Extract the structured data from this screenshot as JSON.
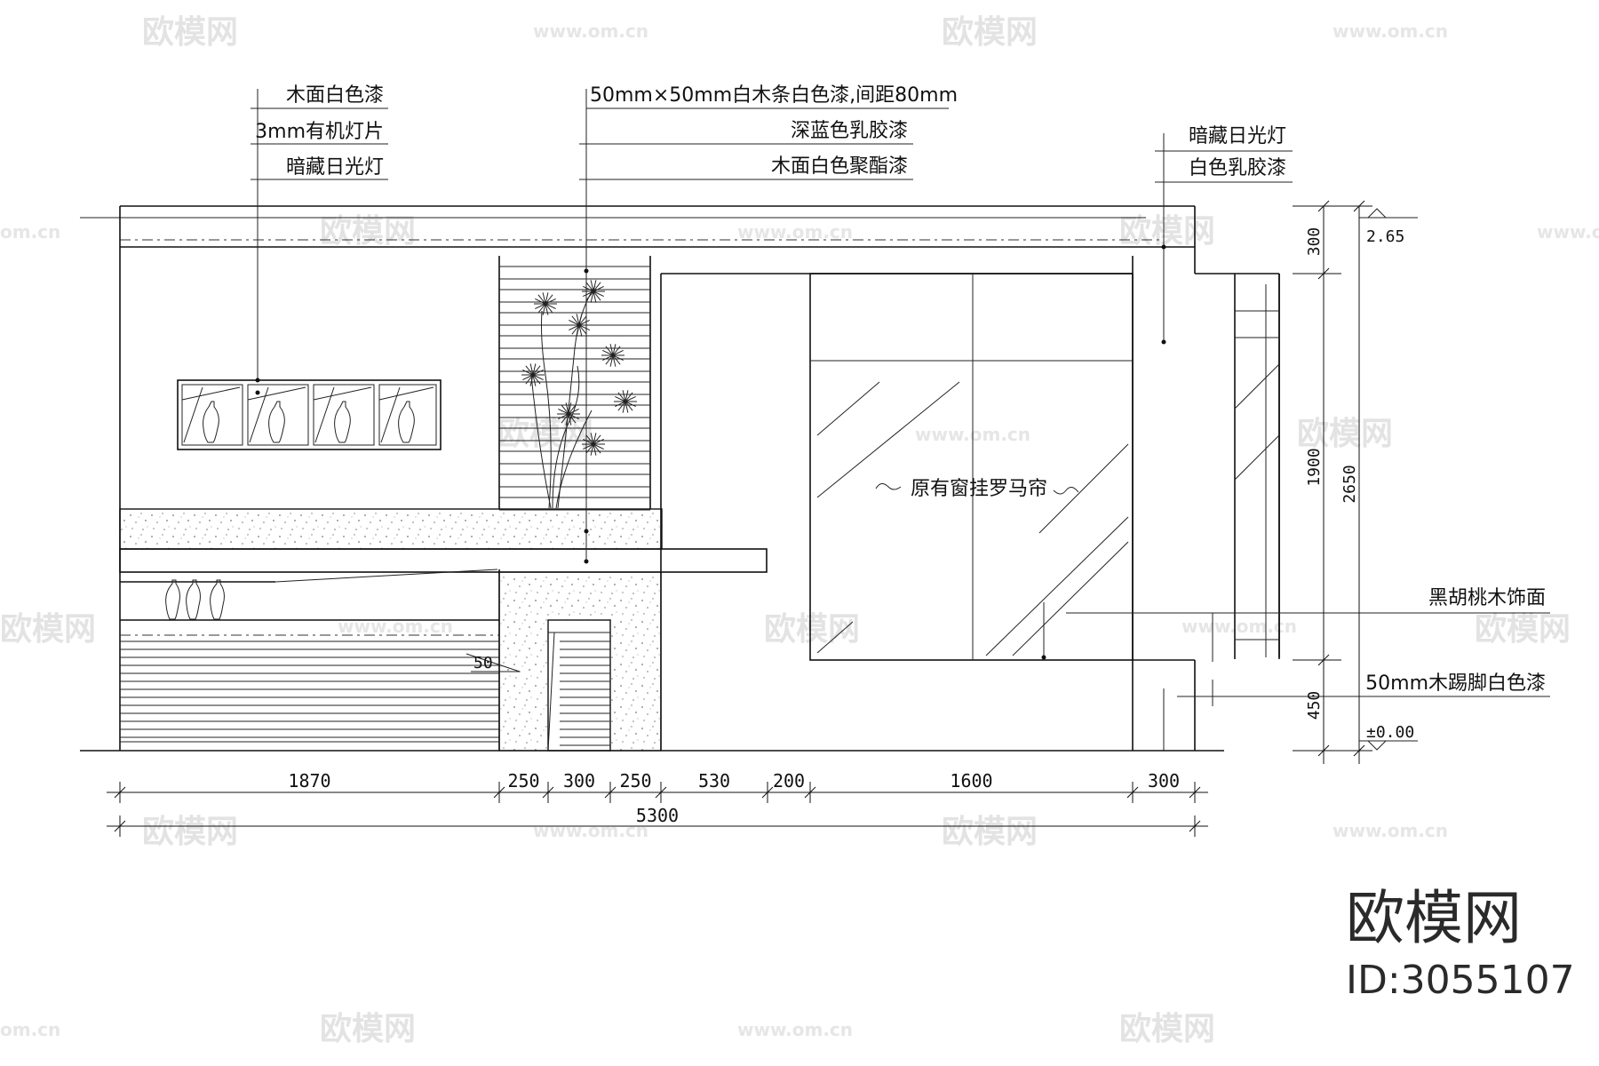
{
  "watermark": {
    "brand": "欧模网",
    "url": "www.om.cn",
    "short_url": "om.cn"
  },
  "corner_brand": {
    "name": "欧模网",
    "id": "ID:3055107"
  },
  "annotations": {
    "left_group": [
      "木面白色漆",
      "3mm有机灯片",
      "暗藏日光灯"
    ],
    "center_top": "50mm×50mm白木条白色漆,间距80mm",
    "center_group": [
      "深蓝色乳胶漆",
      "木面白色聚酯漆"
    ],
    "right_group": [
      "暗藏日光灯",
      "白色乳胶漆"
    ],
    "window": "原有窗挂罗马帘",
    "walnut": "黑胡桃木饰面",
    "skirting": "50mm木踢脚白色漆",
    "small_dim": "50"
  },
  "levels": {
    "top": "2.65",
    "floor": "±0.00"
  },
  "dimensions": {
    "horizontal": [
      "1870",
      "250",
      "300",
      "250",
      "530",
      "200",
      "1600",
      "300"
    ],
    "total": "5300",
    "vertical_inner": [
      "300",
      "1900",
      "450"
    ],
    "vertical_total": "2650"
  }
}
